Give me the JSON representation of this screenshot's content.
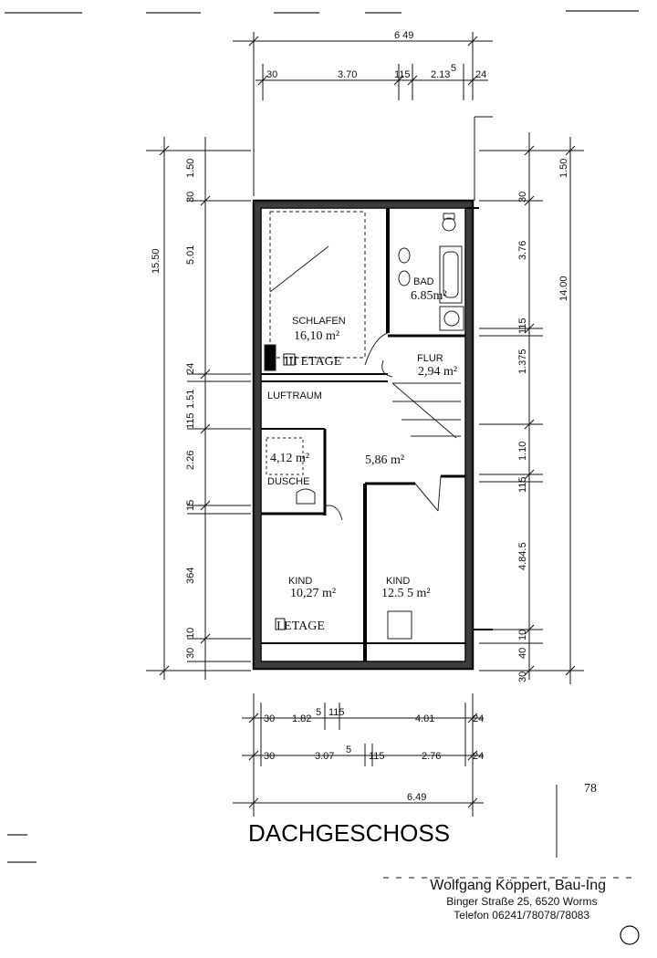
{
  "title": "DACHGESCHOSS",
  "page_number": "78",
  "dimensions": {
    "top_total": "6 49",
    "top_segments": [
      "30",
      "3.70",
      "115",
      "2.13",
      "5",
      "24"
    ],
    "left_outer": [
      "1.50",
      "15.50"
    ],
    "left_inner": [
      "30",
      "5.01",
      "24",
      "1.51",
      "115",
      "2.26",
      "15",
      "364",
      "10",
      "30"
    ],
    "right_outer": [
      "1.50",
      "14.00"
    ],
    "right_inner": [
      "30",
      "3.76",
      "115",
      "1.375",
      "1.10",
      "115",
      "4.84.5",
      "10",
      "40",
      "30"
    ],
    "bottom_row1": [
      "30",
      "1.82",
      "5",
      "115",
      "4.01",
      "24"
    ],
    "bottom_row2": [
      "30",
      "3.07",
      "5",
      "115",
      "2.76",
      "24"
    ],
    "bottom_total": "6.49"
  },
  "rooms": {
    "schlafen": {
      "name": "SCHLAFEN",
      "area": "16,10 m²"
    },
    "bad": {
      "name": "BAD",
      "area": "6.85m²"
    },
    "flur": {
      "name": "FLUR",
      "area": "2,94 m²"
    },
    "luftraum": {
      "name": "LUFTRAUM"
    },
    "hall": {
      "area": "5,86 m²"
    },
    "dusche": {
      "name": "DUSCHE",
      "area": "4,12 m²"
    },
    "kind1": {
      "name": "KIND",
      "area": "10,27 m²"
    },
    "kind2": {
      "name": "KIND",
      "area": "12.5 5 m²"
    }
  },
  "notes": {
    "upper_etage": "III ETAGE",
    "lower_etage": "I ETAGE"
  },
  "architect": {
    "name": "Wolfgang Köppert, Bau-Ing",
    "address": "Binger Straße 25, 6520 Worms",
    "phone": "Telefon 06241/78078/78083"
  }
}
